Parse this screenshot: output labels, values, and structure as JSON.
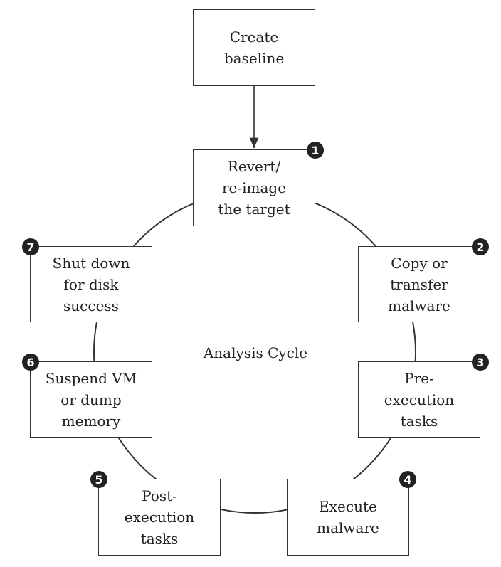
{
  "diagram": {
    "center_label": "Analysis Cycle",
    "start_node": {
      "lines": [
        "Create",
        "baseline"
      ]
    },
    "steps": [
      {
        "number": "1",
        "lines": [
          "Revert/",
          "re-image",
          "the target"
        ]
      },
      {
        "number": "2",
        "lines": [
          "Copy or",
          "transfer",
          "malware"
        ]
      },
      {
        "number": "3",
        "lines": [
          "Pre-",
          "execution",
          "tasks"
        ]
      },
      {
        "number": "4",
        "lines": [
          "Execute",
          "malware"
        ]
      },
      {
        "number": "5",
        "lines": [
          "Post-",
          "execution",
          "tasks"
        ]
      },
      {
        "number": "6",
        "lines": [
          "Suspend VM",
          "or dump",
          "memory"
        ]
      },
      {
        "number": "7",
        "lines": [
          "Shut down",
          "for disk",
          "success"
        ]
      }
    ]
  }
}
